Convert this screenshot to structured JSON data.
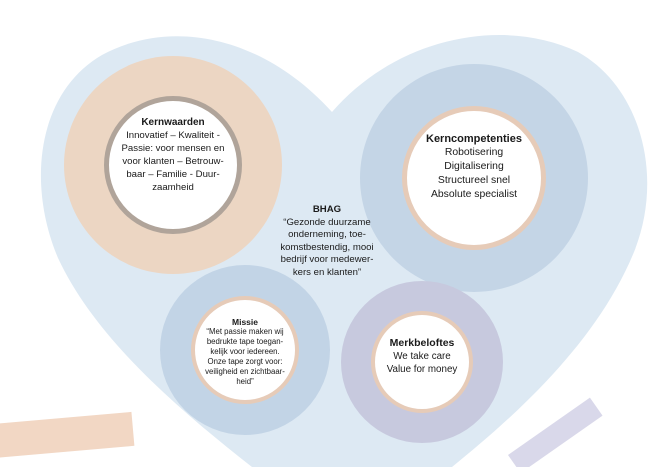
{
  "kernwaarden": {
    "title": "Kernwaarden",
    "lines": [
      "Innovatief – Kwaliteit -",
      "Passie: voor mensen en",
      "voor klanten – Betrouw-",
      "baar – Familie - Duur-",
      "zaamheid"
    ]
  },
  "kerncompetenties": {
    "title": "Kerncompetenties",
    "lines": [
      "Robotisering",
      "Digitalisering",
      "Structureel snel",
      "Absolute specialist"
    ]
  },
  "bhag": {
    "title": "BHAG",
    "lines": [
      "“Gezonde duurzame",
      "onderneming, toe-",
      "komstbestendig, mooi",
      "bedrijf voor medewer-",
      "kers en klanten”"
    ]
  },
  "missie": {
    "title": "Missie",
    "lines": [
      "“Met passie maken wij",
      "bedrukte tape toegan-",
      "kelijk voor iedereen.",
      "Onze tape zorgt voor:",
      "veiligheid en zichtbaar-",
      "heid”"
    ]
  },
  "merkbeloftes": {
    "title": "Merkbeloftes",
    "lines": [
      "We take care",
      "Value for money"
    ]
  },
  "colors": {
    "heart": "#dde9f3",
    "kernwaarden_outer": "#ecd6c3",
    "kernwaarden_ring": "#b0a49a",
    "kerncompetenties_outer": "#c4d5e6",
    "kerncompetenties_ring": "#e6cbb8",
    "missie_outer": "#c2d4e6",
    "missie_ring": "#e6cbb8",
    "merkbeloftes_outer": "#c7c9de",
    "merkbeloftes_ring": "#e6cbb8",
    "inner_fill": "#ffffff",
    "tape_peach": "#f2d7c4",
    "tape_lavender": "#d9d8ea"
  }
}
